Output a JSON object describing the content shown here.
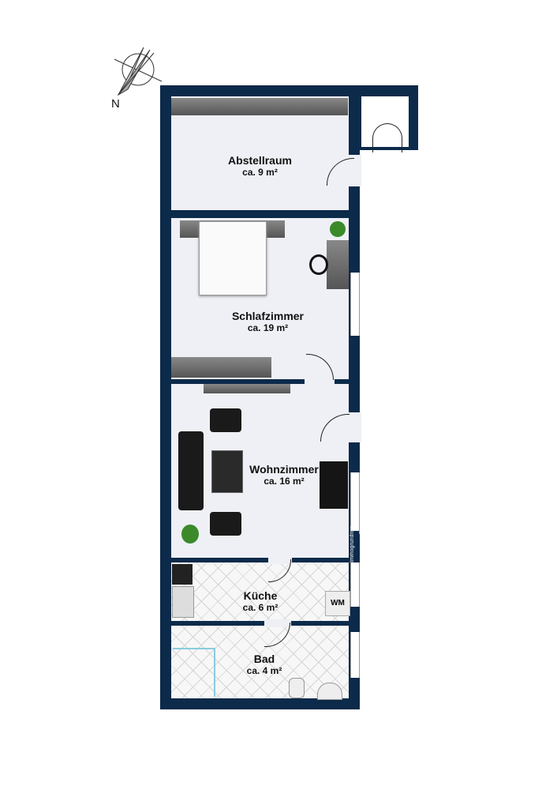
{
  "compass": {
    "label": "N"
  },
  "rooms": [
    {
      "name": "Abstellraum",
      "area": "ca. 9 m²"
    },
    {
      "name": "Schlafzimmer",
      "area": "ca. 19 m²"
    },
    {
      "name": "Wohnzimmer",
      "area": "ca. 16 m²"
    },
    {
      "name": "Küche",
      "area": "ca. 6 m²"
    },
    {
      "name": "Bad",
      "area": "ca. 4 m²"
    }
  ],
  "appliances": {
    "washing_machine": "WM"
  },
  "watermark": "Immogrundriss",
  "colors": {
    "wall": "#0c2a4a",
    "floor": "#eef0f5"
  }
}
